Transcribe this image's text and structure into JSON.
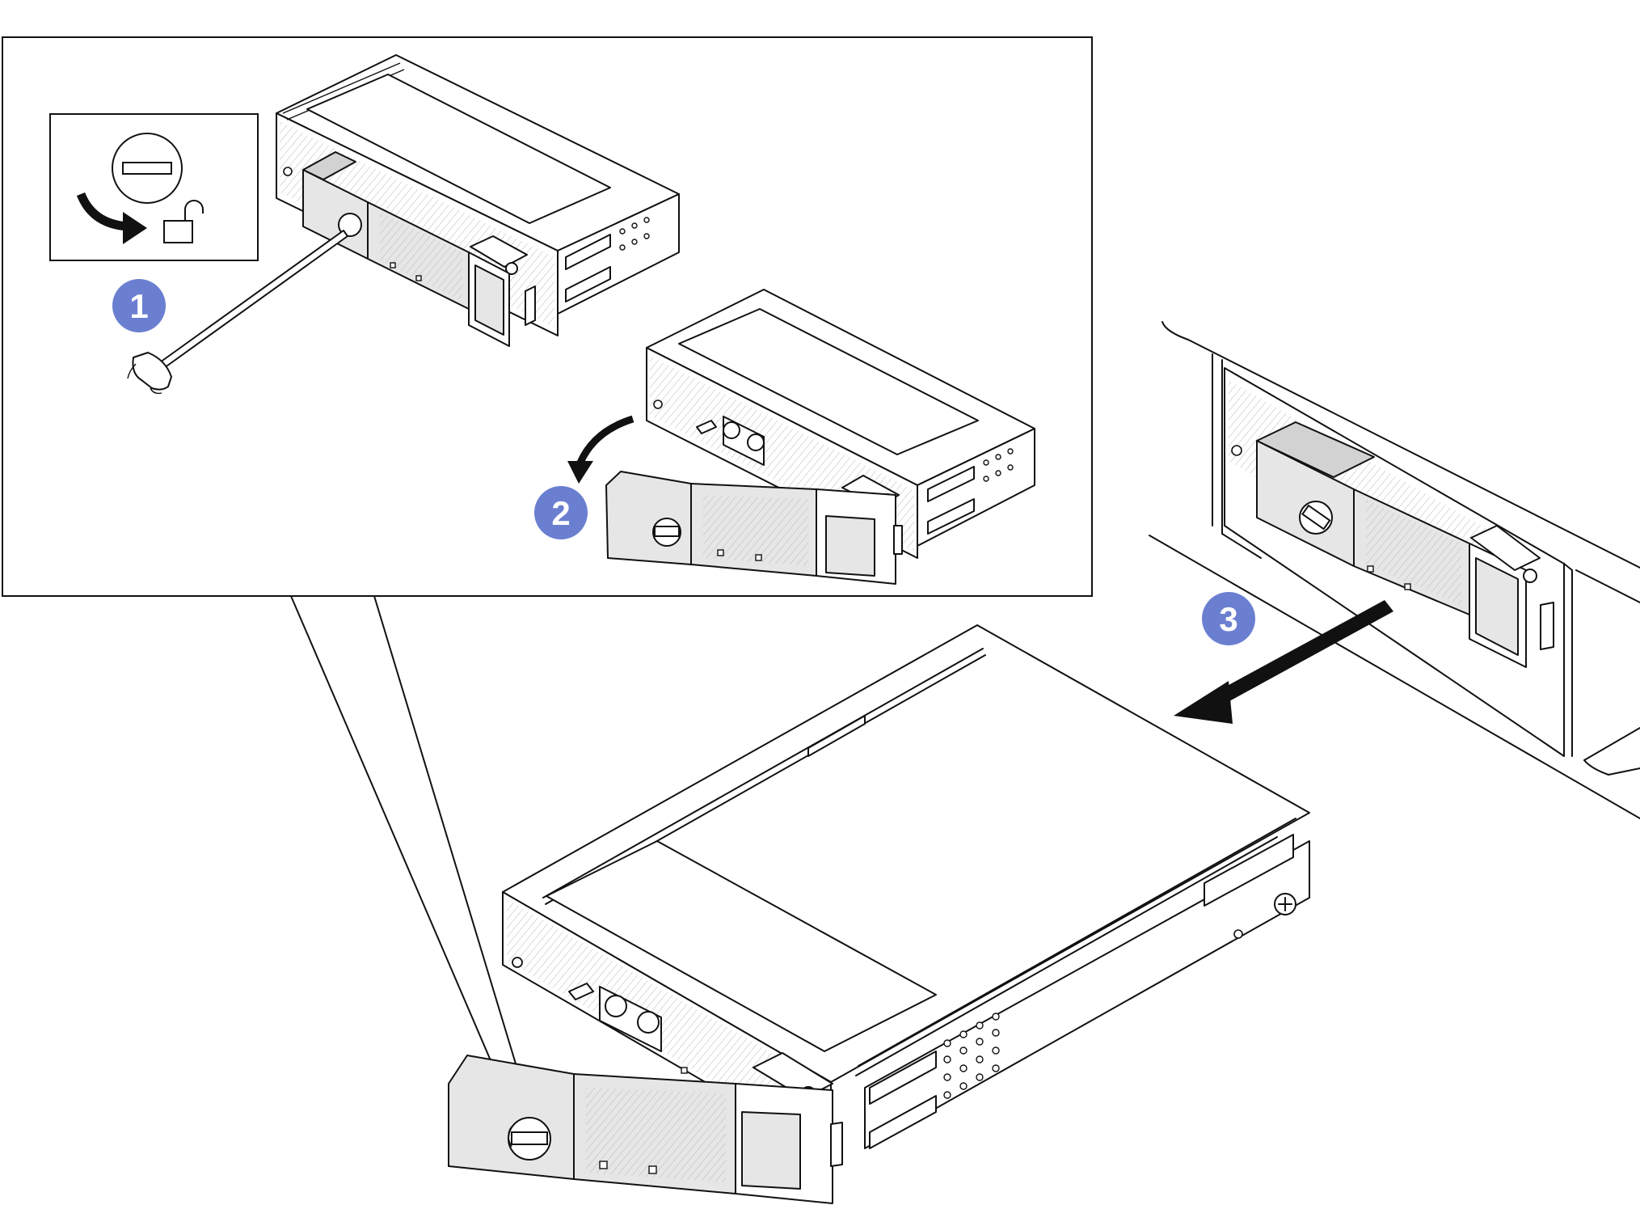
{
  "figure": {
    "background": "#ffffff",
    "callout_color": "#6b7fd1",
    "line_color": "#111111"
  },
  "steps": [
    {
      "number": "1",
      "action": "unlock",
      "icon": "screwdriver-icon"
    },
    {
      "number": "2",
      "action": "open-handle",
      "icon": "curved-arrow-icon"
    },
    {
      "number": "3",
      "action": "slide-out",
      "icon": "straight-arrow-icon"
    }
  ],
  "legend_icons": [
    "lock-slot-icon",
    "rotate-arrow-icon",
    "unlocked-padlock-icon"
  ]
}
